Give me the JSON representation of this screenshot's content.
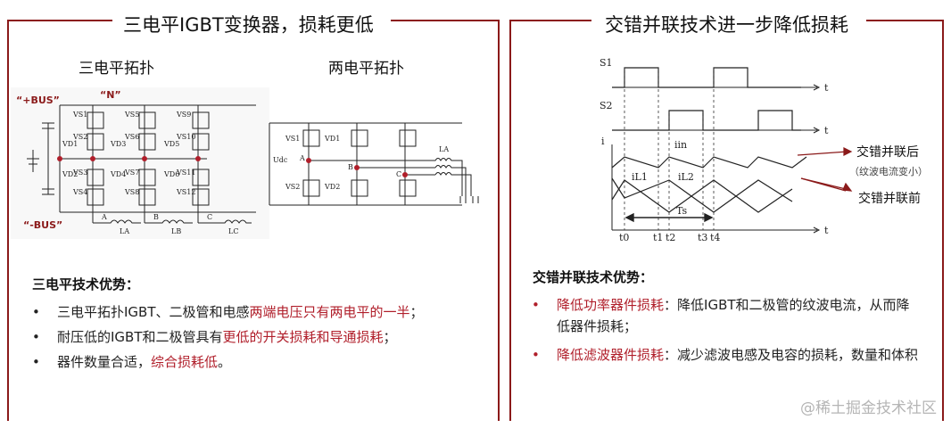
{
  "left_panel": {
    "title": "三电平IGBT变换器，损耗更低",
    "three_level_label": "三电平拓扑",
    "two_level_label": "两电平拓扑",
    "three_level_circuit": {
      "plus_bus": "“+BUS”",
      "minus_bus": "“-BUS”",
      "n_label": "“N”",
      "vs_labels": [
        "VS1",
        "VS2",
        "VS3",
        "VS4",
        "VS5",
        "VS6",
        "VS7",
        "VS8",
        "VS9",
        "VS10",
        "VS11",
        "VS12"
      ],
      "vd_labels": [
        "VD1",
        "VD2",
        "VD3",
        "VD4",
        "VD5",
        "VD6"
      ],
      "phase_labels": [
        "A",
        "B",
        "C"
      ],
      "inductor_labels": [
        "LA",
        "LB",
        "LC"
      ]
    },
    "two_level_circuit": {
      "vs1": "VS1",
      "vs2": "VS2",
      "vd1": "VD1",
      "vd2": "VD2",
      "udc": "Udc",
      "phases": [
        "A",
        "B",
        "C"
      ],
      "la": "LA"
    },
    "advantages_heading": "三电平技术优势：",
    "advantages": [
      {
        "text": "三电平拓扑IGBT、二极管和电感",
        "highlight": "两端电压只有两电平的一半",
        "tail": "；"
      },
      {
        "text": "耐压低的IGBT和二极管具有",
        "highlight": "更低的开关损耗和导通损耗",
        "tail": "；"
      },
      {
        "text": "器件数量合适，",
        "highlight": "综合损耗低",
        "tail": "。"
      }
    ]
  },
  "right_panel": {
    "title": "交错并联技术进一步降低损耗",
    "waveform": {
      "s1": "S1",
      "s2": "S2",
      "i": "i",
      "t": "t",
      "iin": "iin",
      "il1": "iL1",
      "il2": "iL2",
      "ts": "Ts",
      "ticks": [
        "t0",
        "t1",
        "t2",
        "t3",
        "t4"
      ]
    },
    "annotation_after": "交错并联后",
    "annotation_after_note": "（纹波电流变小）",
    "annotation_before": "交错并联前",
    "advantages_heading": "交错并联技术优势：",
    "advantages": [
      {
        "highlight": "降低功率器件损耗",
        "text": "：降低IGBT和二极管的纹波电流，从而降低器件损耗；"
      },
      {
        "highlight": "降低滤波器件损耗",
        "text": "：减少滤波电感及电容的损耗，数量和体积"
      }
    ]
  },
  "bullet_char": "•",
  "watermark": "@稀土掘金技术社区",
  "colors": {
    "accent": "#8b1a1a",
    "highlight": "#b01e2a"
  }
}
